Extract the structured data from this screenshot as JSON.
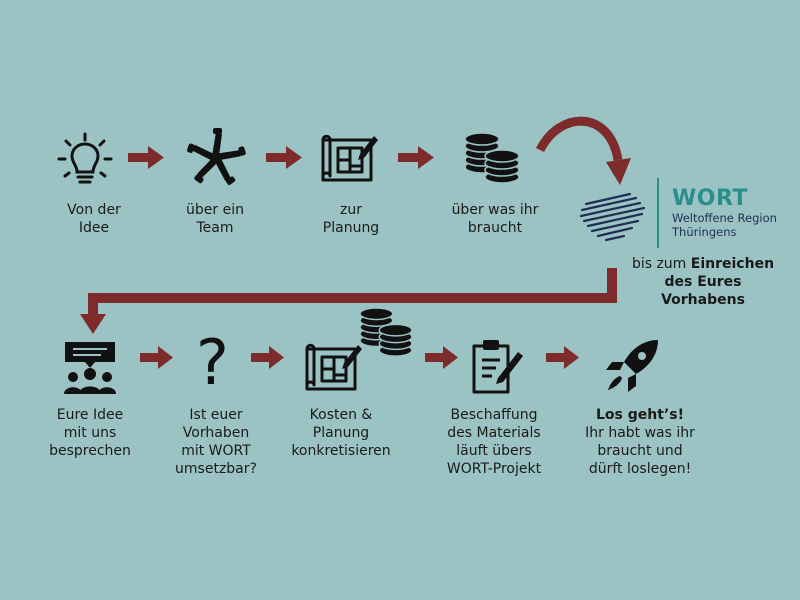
{
  "steps_top": [
    {
      "icon": "lightbulb-icon",
      "lines": [
        "Von der",
        "Idee"
      ]
    },
    {
      "icon": "team-hands-icon",
      "lines": [
        "über ein",
        "Team"
      ]
    },
    {
      "icon": "blueprint-icon",
      "lines": [
        "zur",
        "Planung"
      ]
    },
    {
      "icon": "coins-icon",
      "lines": [
        "über was ihr",
        "braucht"
      ]
    }
  ],
  "submit": {
    "text_normal": "bis zum ",
    "text_bold_1": "Einreichen",
    "text_bold_2": "des Eures",
    "text_bold_3": "Vorhabens"
  },
  "logo": {
    "name": "WORT",
    "sub_line1": "Weltoffene Region",
    "sub_line2": "Thüringens"
  },
  "steps_bottom": [
    {
      "icon": "discussion-icon",
      "lines": [
        "Eure Idee",
        "mit uns",
        "besprechen"
      ]
    },
    {
      "icon": "question-icon",
      "glyph": "?",
      "lines": [
        "Ist euer",
        "Vorhaben",
        "mit WORT",
        "umsetzbar?"
      ]
    },
    {
      "icon": "blueprint-coins-icon",
      "lines": [
        "Kosten &",
        "Planung",
        "konkretisieren"
      ]
    },
    {
      "icon": "clipboard-icon",
      "lines": [
        "Beschaffung",
        "des Materials",
        "läuft übers",
        "WORT-Projekt"
      ]
    },
    {
      "icon": "rocket-icon",
      "title": "Los geht’s!",
      "lines": [
        "Ihr habt was ihr",
        "braucht und",
        "dürft loslegen!"
      ]
    }
  ],
  "colors": {
    "background": "#9bc3c3",
    "arrow": "#7d2b2b",
    "brand": "#2a8f8a",
    "text": "#1a1a1a"
  }
}
